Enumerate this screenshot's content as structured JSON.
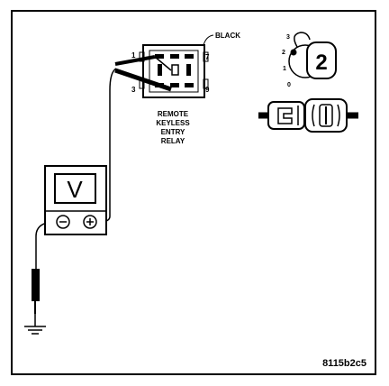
{
  "relay": {
    "color_label": "BLACK",
    "name_lines": [
      "REMOTE",
      "KEYLESS",
      "ENTRY",
      "RELAY"
    ],
    "pins": {
      "tl": "1",
      "tr": "7",
      "bl": "3",
      "br": "9"
    }
  },
  "voltmeter": {
    "display": "V",
    "neg_symbol": "⊖",
    "pos_symbol": "⊕"
  },
  "ignition": {
    "positions": [
      "3",
      "2",
      "1",
      "0"
    ],
    "key_number": "2"
  },
  "figure_id": "8115b2c5",
  "colors": {
    "ink": "#000000",
    "paper": "#ffffff"
  }
}
